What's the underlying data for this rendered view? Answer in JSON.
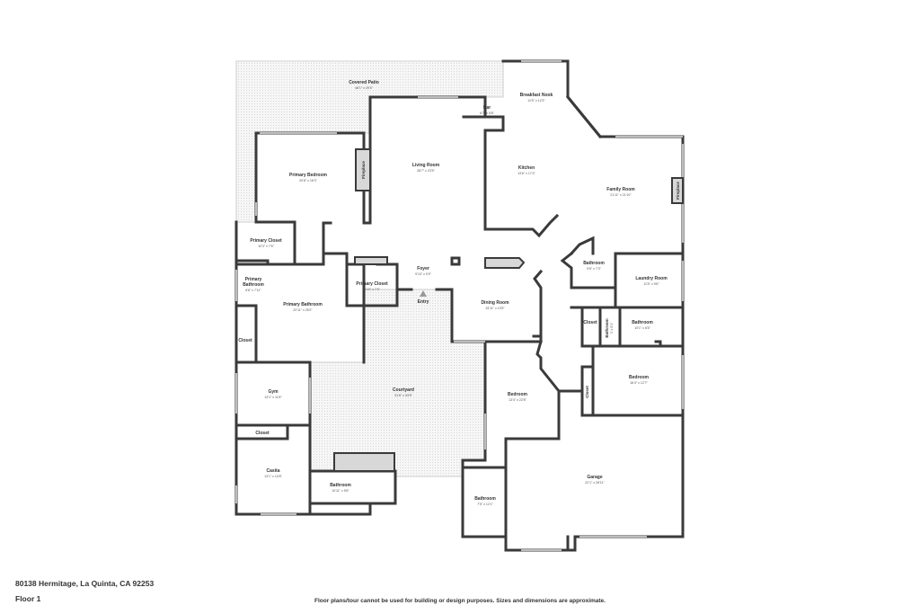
{
  "address": "80138 Hermitage, La Quinta, CA 92253",
  "floor": "Floor 1",
  "disclaimer": "Floor plans/tour cannot be used for building or design purposes. Sizes and dimensions are approximate.",
  "rooms": {
    "covered_patio": {
      "name": "Covered Patio",
      "dim": "48'1\" x 29'3\""
    },
    "breakfast_nook": {
      "name": "Breakfast Nook",
      "dim": "11'5\" x 12'3\""
    },
    "bar": {
      "name": "Bar",
      "dim": "6'7\" x 5'8\""
    },
    "living_room": {
      "name": "Living Room",
      "dim": "28'7\" x 23'5\""
    },
    "kitchen": {
      "name": "Kitchen",
      "dim": "13'6\" x 17'4\""
    },
    "family_room": {
      "name": "Family Room",
      "dim": "21'11\" x 21'10\""
    },
    "primary_bedroom": {
      "name": "Primary Bedroom",
      "dim": "20'8\" x 16'3\""
    },
    "primary_closet_1": {
      "name": "Primary Closet",
      "dim": "10'3\" x 7'6\""
    },
    "primary_bathroom_small": {
      "name": "Primary Bathroom",
      "dim": "6'8\" x 7'11\""
    },
    "primary_bathroom": {
      "name": "Primary Bathroom",
      "dim": "22'11\" x 25'2\""
    },
    "primary_closet_2": {
      "name": "Primary Closet",
      "dim": "8'10\" x 7'4\""
    },
    "foyer": {
      "name": "Foyer",
      "dim": "9'10\" x 5'9\""
    },
    "entry": {
      "name": "Entry"
    },
    "dining_room": {
      "name": "Dining Room",
      "dim": "15'11\" x 13'5\""
    },
    "bathroom_1": {
      "name": "Bathroom",
      "dim": "9'6\" x 7'3\""
    },
    "laundry_room": {
      "name": "Laundry Room",
      "dim": "11'5\" x 9'6\""
    },
    "closet_a": {
      "name": "Closet"
    },
    "closet_b": {
      "name": "Closet"
    },
    "bathroom_2": {
      "name": "Bathroom",
      "dim": "10'1\" x 6'6\""
    },
    "bathroom_vertical": {
      "name": "Bathroom",
      "dim": "3' x 5'1\""
    },
    "bedroom_right": {
      "name": "Bedroom",
      "dim": "16'4\" x 12'7\""
    },
    "closet_vertical": {
      "name": "Closet"
    },
    "courtyard": {
      "name": "Courtyard",
      "dim": "31'6\" x 33'5\""
    },
    "bedroom_center": {
      "name": "Bedroom",
      "dim": "13'4\" x 22'8\""
    },
    "gym": {
      "name": "Gym",
      "dim": "13'1\" x 11'8\""
    },
    "closet_gym": {
      "name": "Closet"
    },
    "casita": {
      "name": "Casita",
      "dim": "13'1\" x 10'8\""
    },
    "bathroom_casita": {
      "name": "Bathroom",
      "dim": "10'11\" x 5'6\""
    },
    "bathroom_garage": {
      "name": "Bathroom",
      "dim": "7'5\" x 12'1\""
    },
    "garage": {
      "name": "Garage",
      "dim": "22'1\" x 28'11\""
    }
  },
  "fireplaces": [
    "Fireplace",
    "Fireplace"
  ]
}
